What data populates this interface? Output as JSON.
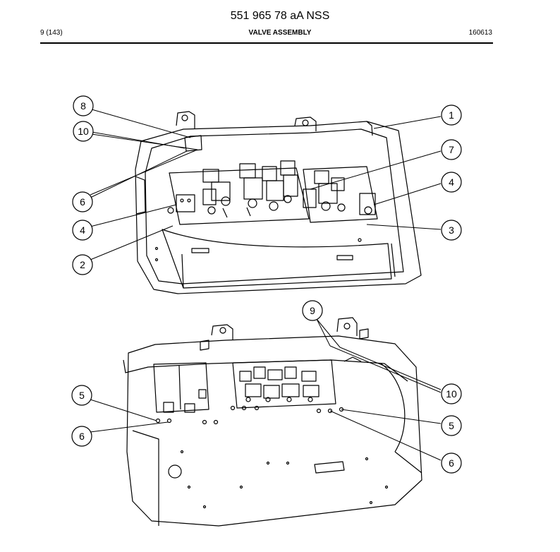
{
  "header": {
    "part_number": "551 965 78 aA NSS",
    "page": "9 (143)",
    "title": "VALVE ASSEMBLY",
    "date": "160613"
  },
  "callouts": [
    {
      "id": "c8",
      "label": "8"
    },
    {
      "id": "c10a",
      "label": "10"
    },
    {
      "id": "c6a",
      "label": "6"
    },
    {
      "id": "c4a",
      "label": "4"
    },
    {
      "id": "c2",
      "label": "2"
    },
    {
      "id": "c1",
      "label": "1"
    },
    {
      "id": "c7",
      "label": "7"
    },
    {
      "id": "c4b",
      "label": "4"
    },
    {
      "id": "c3",
      "label": "3"
    },
    {
      "id": "c9",
      "label": "9"
    },
    {
      "id": "c10b",
      "label": "10"
    },
    {
      "id": "c5a",
      "label": "5"
    },
    {
      "id": "c6b",
      "label": "6"
    },
    {
      "id": "c5b",
      "label": "5"
    },
    {
      "id": "c6c",
      "label": "6"
    }
  ]
}
